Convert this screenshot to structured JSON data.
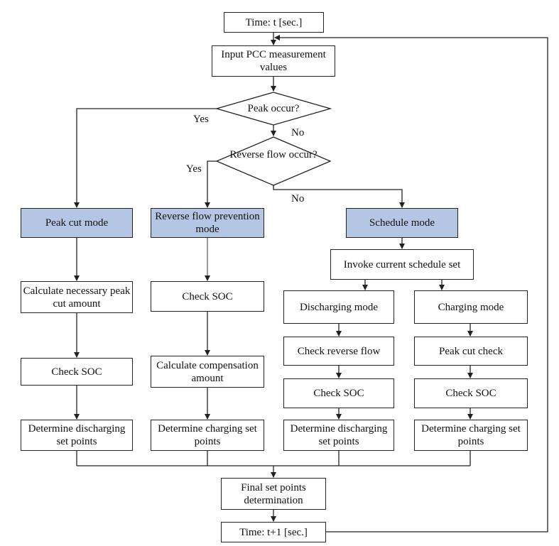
{
  "nodes": {
    "time_t": "Time: t [sec.]",
    "input_pcc": "Input PCC measurement values",
    "peak_occur": "Peak occur?",
    "reverse_flow_occur": "Reverse flow occur?",
    "peak_cut_mode": "Peak cut mode",
    "reverse_flow_prevention_mode": "Reverse flow prevention mode",
    "schedule_mode": "Schedule mode",
    "invoke_schedule": "Invoke current schedule set",
    "calc_peak_cut": "Calculate necessary peak cut amount",
    "check_soc_1": "Check SOC",
    "determine_discharging_1": "Determine discharging set points",
    "check_soc_2": "Check SOC",
    "calc_compensation": "Calculate compensation amount",
    "determine_charging_1": "Determine charging set points",
    "discharging_mode": "Discharging mode",
    "check_reverse_flow": "Check reverse flow",
    "check_soc_3": "Check SOC",
    "determine_discharging_2": "Determine discharging set points",
    "charging_mode": "Charging mode",
    "peak_cut_check": "Peak cut check",
    "check_soc_4": "Check SOC",
    "determine_charging_2": "Determine charging set points",
    "final_set_points": "Final set points determination",
    "time_t1": "Time: t+1 [sec.]"
  },
  "edge_labels": {
    "yes_peak": "Yes",
    "no_peak": "No",
    "yes_reverse": "Yes",
    "no_reverse": "No"
  },
  "colors": {
    "mode_fill": "#b4c6e4",
    "line": "#222222"
  }
}
